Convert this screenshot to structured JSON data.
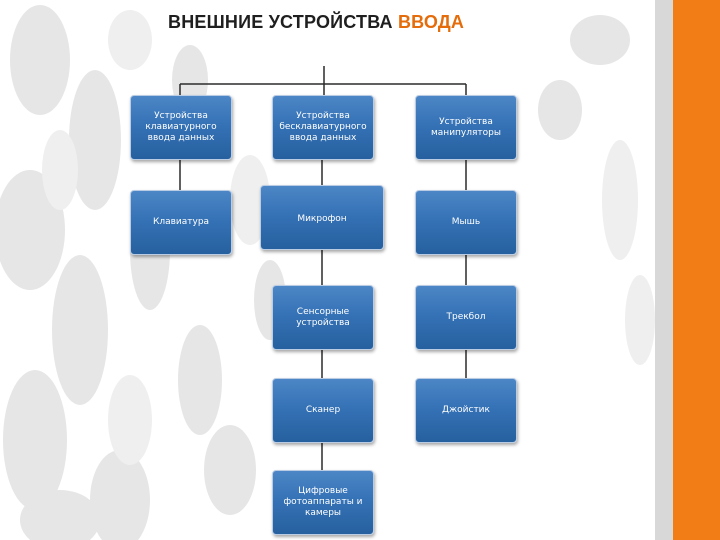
{
  "slide": {
    "title_main": "ВНЕШНИЕ УСТРОЙСТВА",
    "title_accent": "ВВОДА",
    "accent_color": "#e46c0a",
    "side_bar_color": "#f27d16",
    "box_color": "#3572b6"
  },
  "diagram": {
    "categories": [
      {
        "label": "Устройства клавиатурного ввода данных",
        "items": [
          "Клавиатура"
        ]
      },
      {
        "label": "Устройства бесклавиатурного ввода данных",
        "items": [
          "Микрофон",
          "Сенсорные устройства",
          "Сканер",
          "Цифровые фотоаппараты и камеры"
        ]
      },
      {
        "label": "Устройства манипуляторы",
        "items": [
          "Мышь",
          "Трекбол",
          "Джойстик"
        ]
      }
    ]
  }
}
